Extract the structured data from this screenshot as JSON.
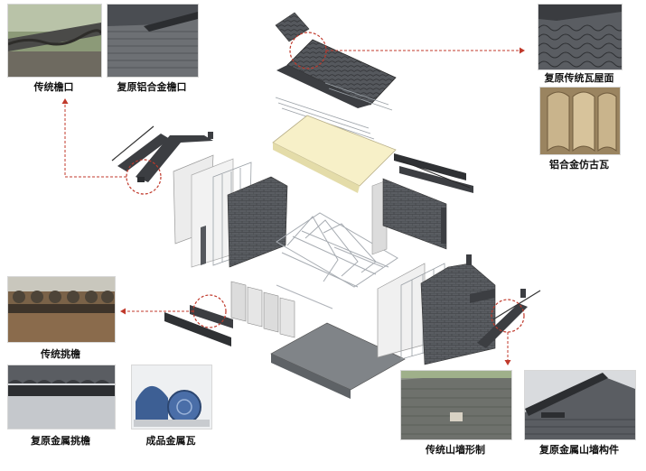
{
  "captions": {
    "trad_eave": "传统檐口",
    "restored_alu_eave": "复原铝合金檐口",
    "restored_roof": "复原传统瓦屋面",
    "alu_antique_tile": "铝合金仿古瓦",
    "trad_overhang": "传统挑檐",
    "restored_metal_overhang": "复原金属挑檐",
    "finished_metal_tile": "成品金属瓦",
    "trad_gable": "传统山墙形制",
    "restored_gable": "复原金属山墙构件"
  },
  "colors": {
    "leader": "#c0392b",
    "tile_dark": "#4a4d52",
    "panel_light": "#e6e6e6",
    "insulation": "#f7f0c8",
    "frame": "#b8bcc2"
  },
  "icons": {
    "callout_marker": "dashed-red-circle",
    "leader_arrow": "arrowhead"
  }
}
